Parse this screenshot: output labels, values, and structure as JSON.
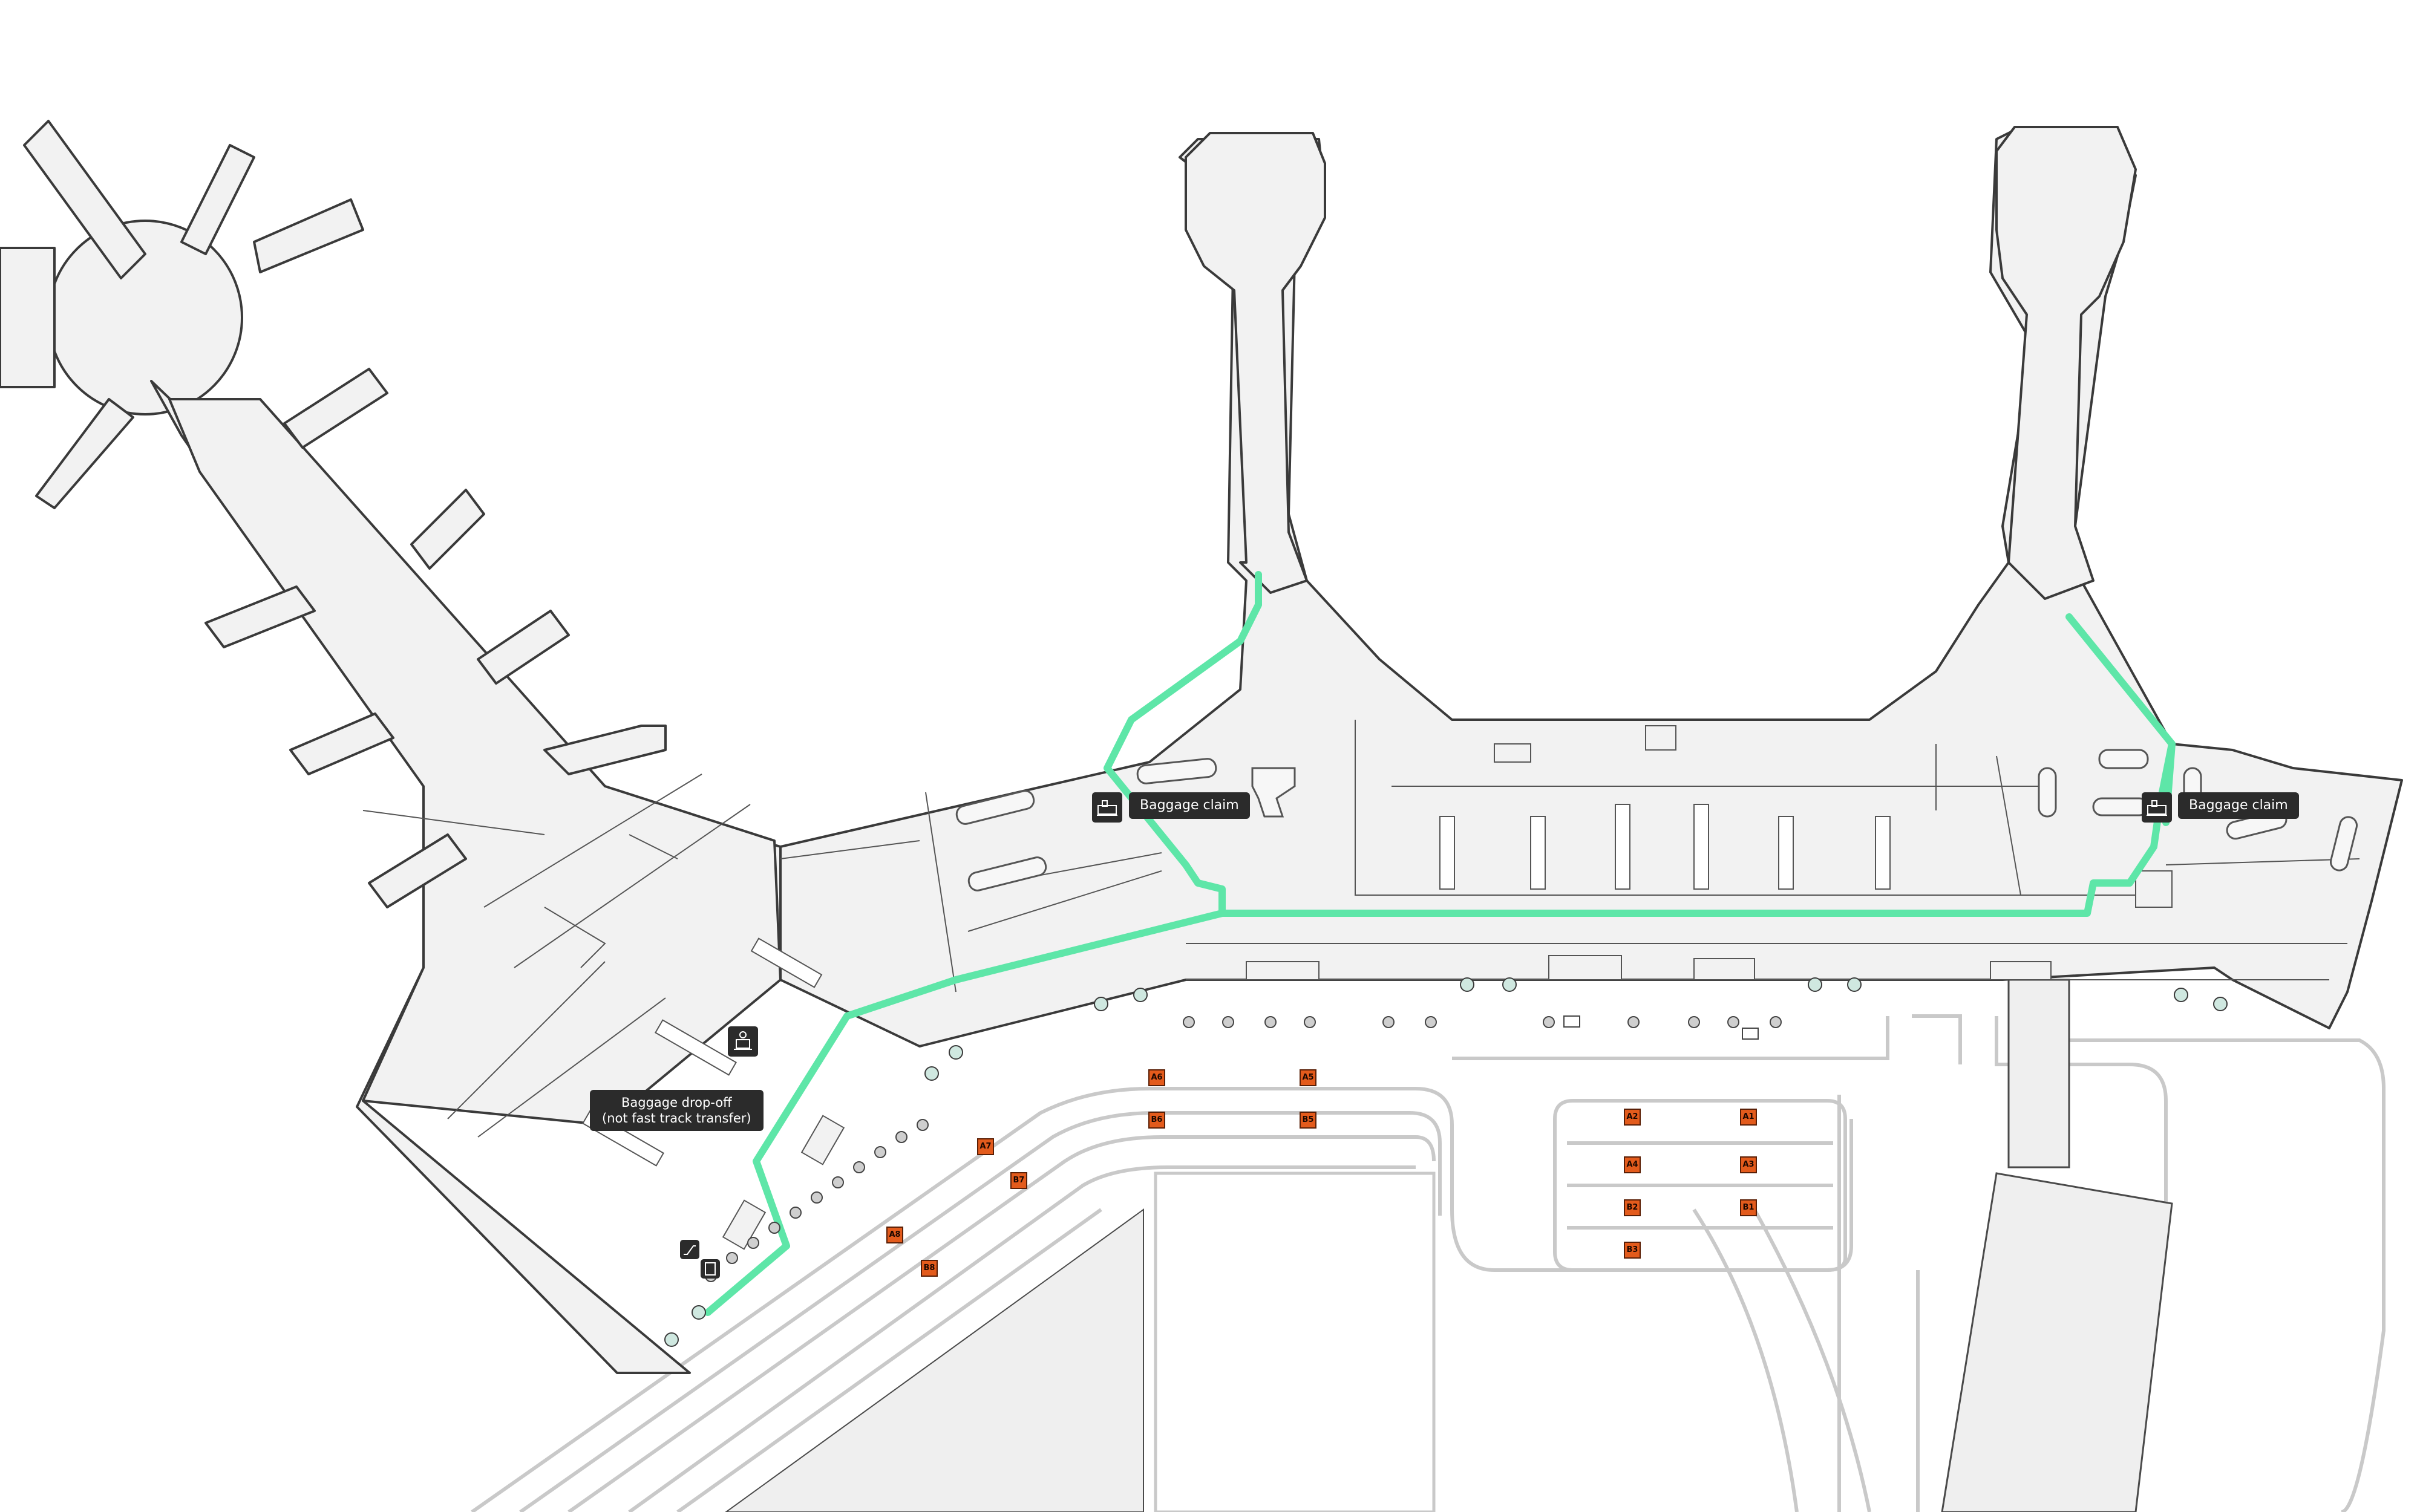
{
  "labels": {
    "baggage_claim_left": "Baggage claim",
    "baggage_claim_right": "Baggage claim",
    "dropoff_line1": "Baggage drop-off",
    "dropoff_line2": "(not fast track transfer)"
  },
  "icons": {
    "baggage_claim_left": "baggage-claim-icon",
    "baggage_claim_right": "baggage-claim-icon",
    "dropoff": "baggage-dropoff-icon",
    "dropoff_small_a": "escalator-icon",
    "dropoff_small_b": "elevator-icon"
  },
  "stands": [
    "A6",
    "A5",
    "B6",
    "B5",
    "A7",
    "B7",
    "A8",
    "B8",
    "A2",
    "A1",
    "A4",
    "A3",
    "B2",
    "B1",
    "B3"
  ],
  "colors": {
    "route": "#5ee6a8",
    "building_fill": "#f2f2f2",
    "building_stroke": "#3a3a3a",
    "stand_fill": "#e35b1c",
    "callout_bg": "#2b2b2b",
    "road": "#c9c9c9"
  }
}
